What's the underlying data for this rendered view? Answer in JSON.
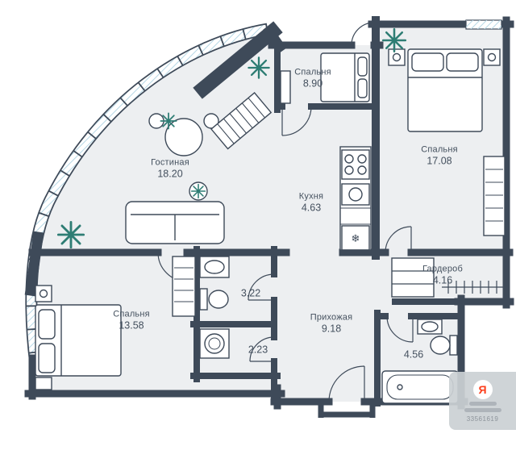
{
  "plan": {
    "rooms": [
      {
        "name": "Спальня",
        "area": "8.90"
      },
      {
        "name": "Спальня",
        "area": "17.08"
      },
      {
        "name": "Гостиная",
        "area": "18.20"
      },
      {
        "name": "Кухня",
        "area": "4.63"
      },
      {
        "name": "Спальня",
        "area": "13.58"
      },
      {
        "name": "Гардероб",
        "area": "4.16"
      },
      {
        "name": "Прихожая",
        "area": "9.18"
      },
      {
        "name": "",
        "area": "3.22"
      },
      {
        "name": "",
        "area": "2.23"
      },
      {
        "name": "",
        "area": "4.56"
      }
    ],
    "colors": {
      "wall": "#3e4a59",
      "floor": "#edeff1",
      "window_hatch": "#b7d8e6",
      "plant": "#2e7d74",
      "label": "#44505e"
    }
  },
  "watermark": {
    "logo": "Я",
    "number": "33561619"
  }
}
